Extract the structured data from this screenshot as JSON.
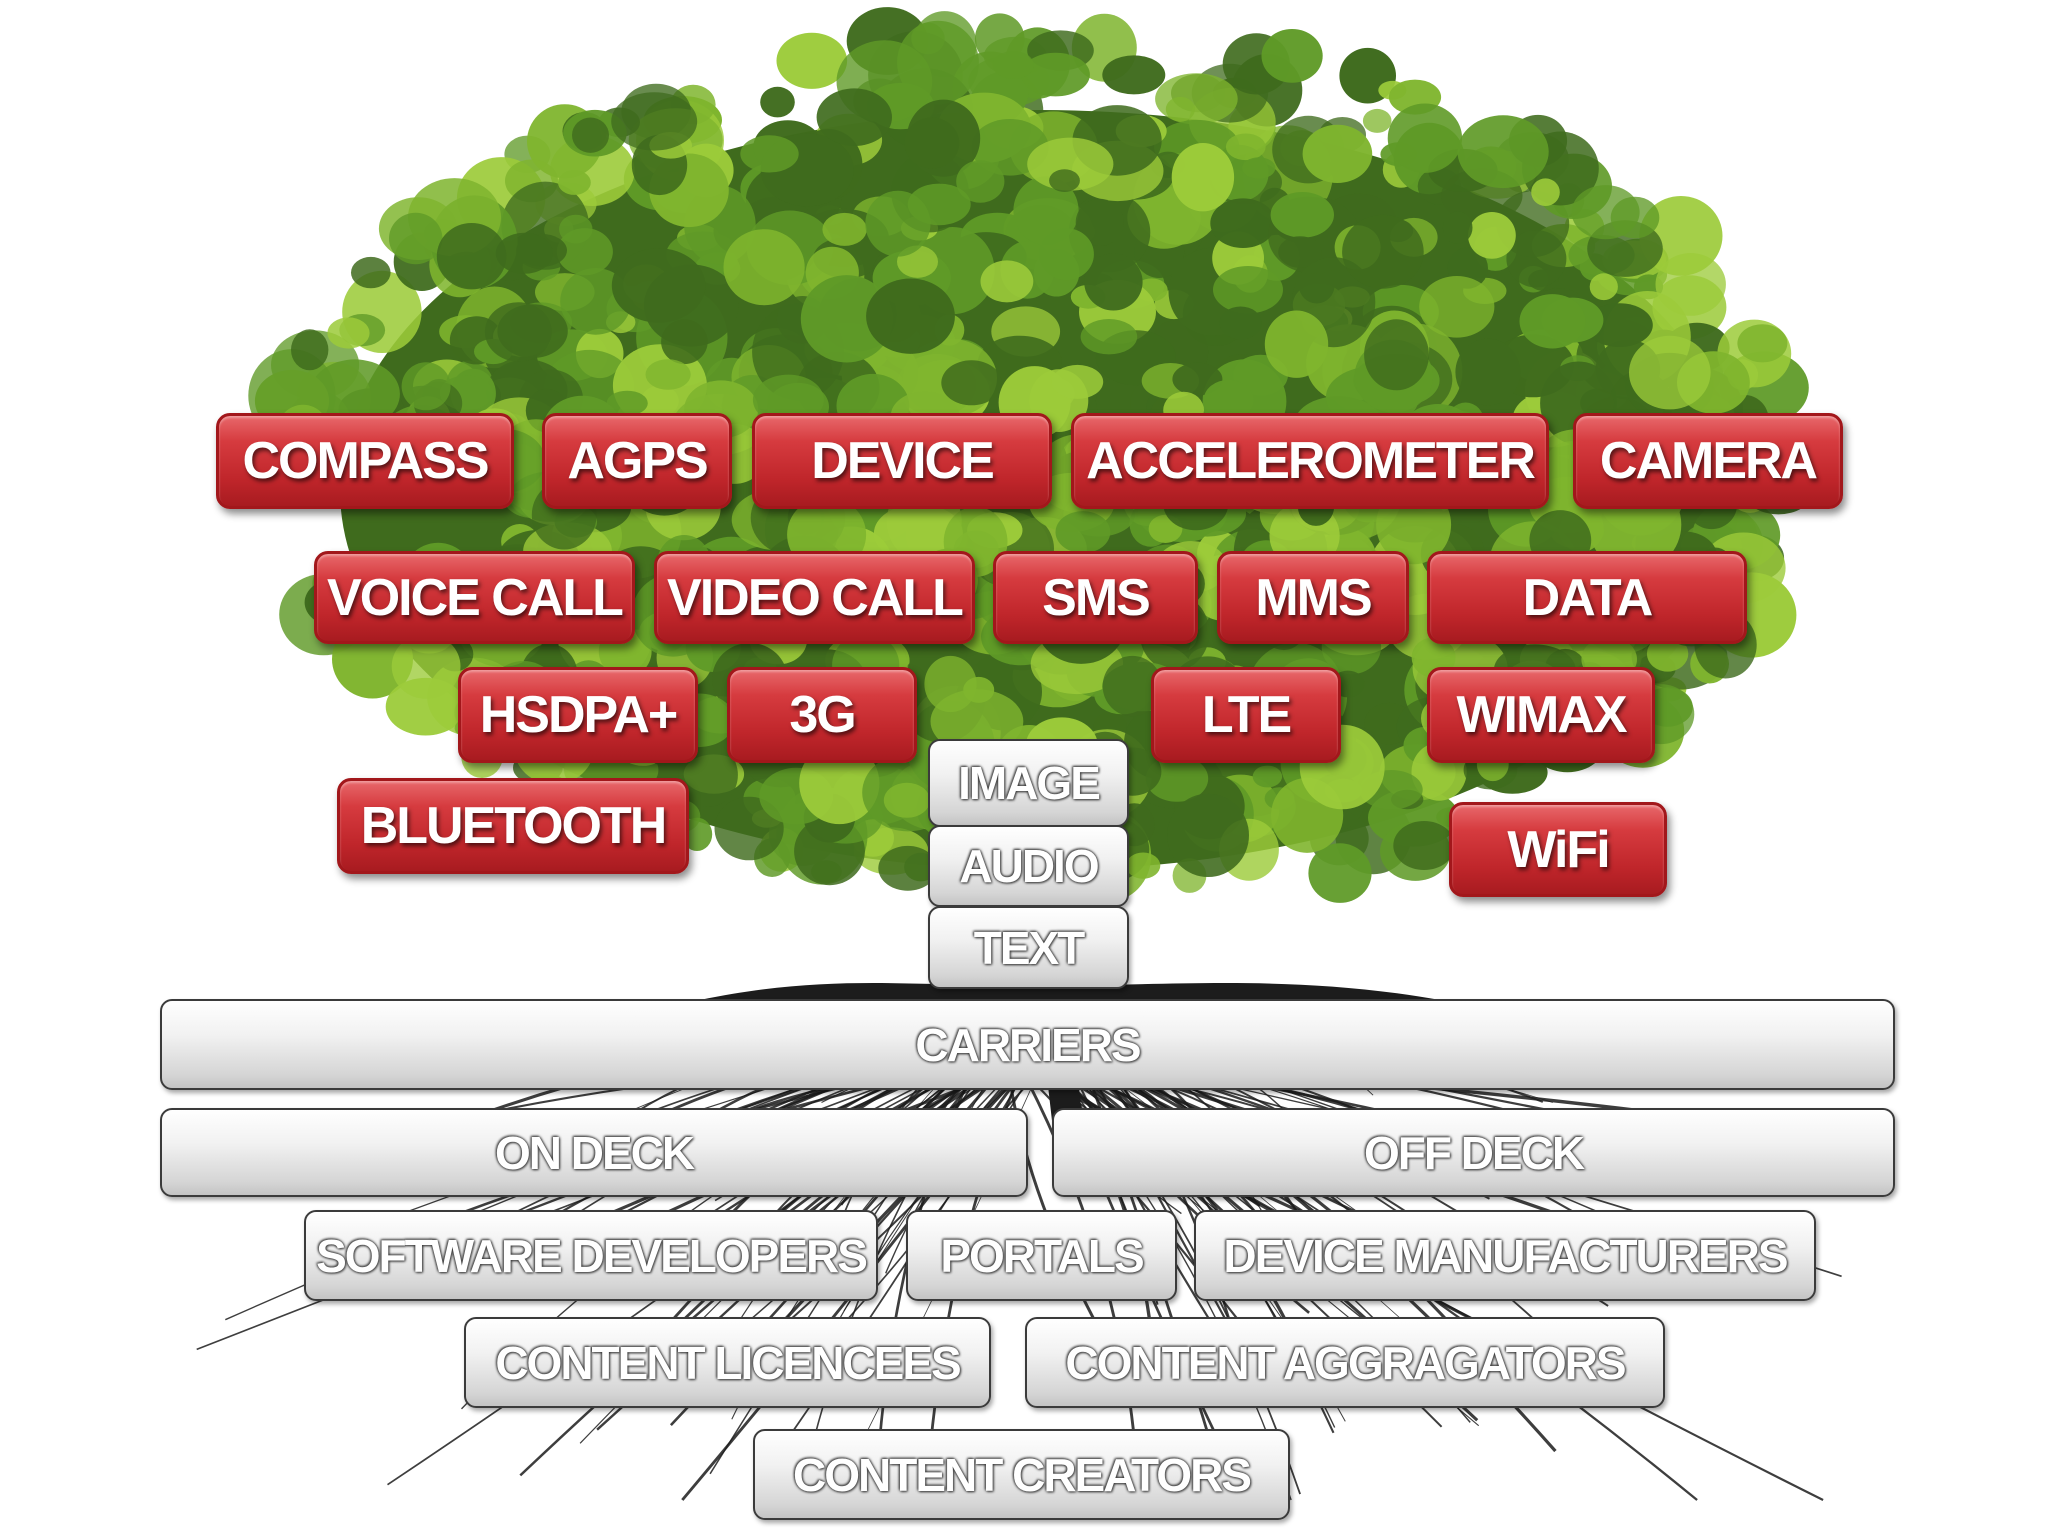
{
  "colors": {
    "leaf_dark": "#3f6b1d",
    "leaf_mid": "#5f9a27",
    "leaf_light": "#9ccb3a",
    "trunk": "#1c1c1c",
    "red_box": "#c8262b",
    "grey_box": "#dedede"
  },
  "top_boxes": {
    "compass": "COMPASS",
    "agps": "AGPS",
    "device": "DEVICE",
    "accelerometer": "ACCELEROMETER",
    "camera": "CAMERA",
    "voice_call": "VOICE CALL",
    "video_call": "VIDEO CALL",
    "sms": "SMS",
    "mms": "MMS",
    "data": "DATA",
    "hsdpa": "HSDPA+",
    "g3": "3G",
    "lte": "LTE",
    "wimax": "WIMAX",
    "bluetooth": "BLUETOOTH",
    "wifi": "WiFi"
  },
  "media_boxes": {
    "image": "IMAGE",
    "audio": "AUDIO",
    "text": "TEXT"
  },
  "root_boxes": {
    "carriers": "CARRIERS",
    "on_deck": "ON DECK",
    "off_deck": "OFF DECK",
    "software_developers": "SOFTWARE DEVELOPERS",
    "portals": "PORTALS",
    "device_manufacturers": "DEVICE MANUFACTURERS",
    "content_licencees": "CONTENT LICENCEES",
    "content_aggragators": "CONTENT AGGRAGATORS",
    "content_creators": "CONTENT CREATORS"
  }
}
